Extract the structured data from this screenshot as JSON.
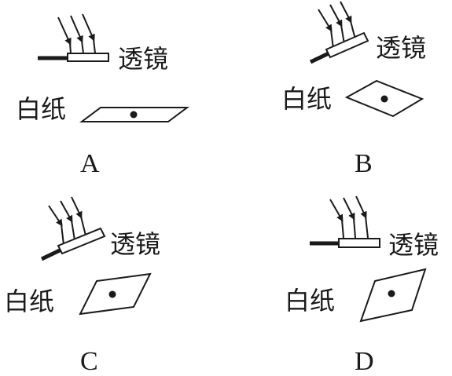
{
  "panels": [
    {
      "option": "A",
      "lens_label": "透镜",
      "paper_label": "白纸"
    },
    {
      "option": "B",
      "lens_label": "透镜",
      "paper_label": "白纸"
    },
    {
      "option": "C",
      "lens_label": "透镜",
      "paper_label": "白纸"
    },
    {
      "option": "D",
      "lens_label": "透镜",
      "paper_label": "白纸"
    }
  ],
  "colors": {
    "ink": "#1a1a1a",
    "background": "#ffffff"
  }
}
